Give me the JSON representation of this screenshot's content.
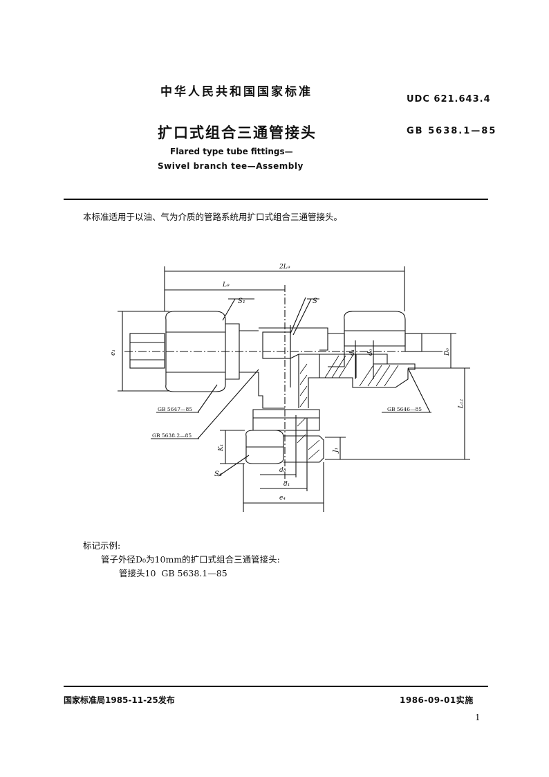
{
  "header": {
    "standard_country": "中华人民共和国国家标准",
    "udc": "UDC 621.643.4",
    "title_cn": "扩口式组合三通管接头",
    "gb_number": "GB 5638.1—85",
    "title_en_line1": "Flared type tube fittings—",
    "title_en_line2": "Swivel branch tee—Assembly"
  },
  "body": {
    "scope": "本标准适用于以油、气为介质的管路系统用扩口式组合三通管接头。",
    "marking_heading": "标记示例:",
    "marking_text": "管子外径D₀为10mm的扩口式组合三通管接头:",
    "marking_code": "管接头10  GB 5638.1—85"
  },
  "drawing": {
    "dim_2l9": "2L₉",
    "dim_l9": "L₉",
    "label_s1": "S₁",
    "label_s": "S",
    "label_e1": "e₁",
    "label_d1": "d₁",
    "label_d0": "d₀",
    "label_D0": "D₀",
    "label_l12": "L₁₂",
    "ref_gb5647": "GB 5647—85",
    "ref_gb5638_2": "GB 5638.2—85",
    "ref_gb5646": "GB 5646—85",
    "label_k1": "K₁",
    "label_j1": "J₁",
    "label_s4": "S₄",
    "label_bottom_d0": "d₀",
    "label_bottom_d1": "d₁",
    "label_e4": "e₄"
  },
  "footer": {
    "issued": "国家标准局1985-11-25发布",
    "effective": "1986-09-01实施",
    "page_number": "1"
  }
}
